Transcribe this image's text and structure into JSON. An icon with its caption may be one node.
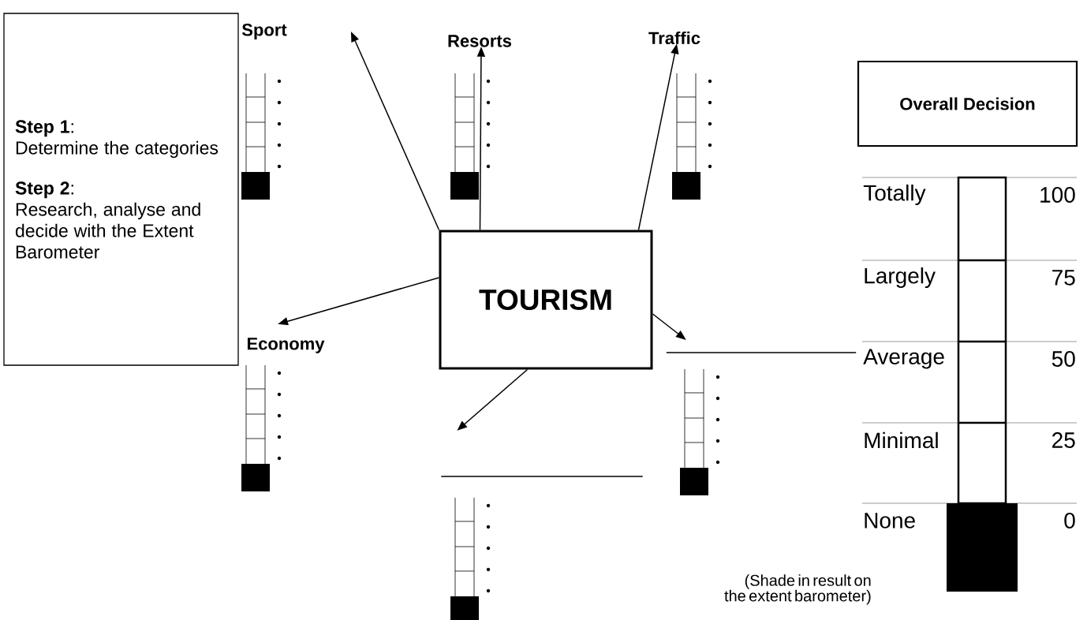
{
  "diagram": {
    "nodes": [
      {
        "text": [
          "**Step 1**:",
          "Determine the categories",
          "**Step 2**:",
          "Research, analyse and decide with the Extent Barometer"
        ]
      },
      {
        "text": [
          "TOURISM"
        ]
      },
      {
        "text": [
          "Sport"
        ]
      },
      {
        "text": [
          "Resorts"
        ]
      },
      {
        "text": [
          "Traffic"
        ]
      },
      {
        "text": [
          "Economy"
        ]
      },
      {
        "text": [],
        "shape": "line"
      },
      {
        "text": [],
        "shape": "line"
      },
      {
        "text": [
          "Overall Decision"
        ]
      }
    ],
    "edges": [
      {
        "from": 1,
        "to": 2,
        "arrow": "to"
      },
      {
        "from": 1,
        "to": 3,
        "arrow": "to"
      },
      {
        "from": 1,
        "to": 4,
        "arrow": "to"
      },
      {
        "from": 1,
        "to": 5,
        "arrow": "to"
      },
      {
        "from": 1,
        "to": 6,
        "arrow": "to"
      },
      {
        "from": 1,
        "to": 7,
        "arrow": "to"
      }
    ],
    "labels": [
      "Totally",
      "100",
      "Largely",
      "75",
      "Average",
      "50",
      "Minimal",
      "25",
      "None",
      "0",
      "(Shade in result on the extent barometer)"
    ]
  }
}
